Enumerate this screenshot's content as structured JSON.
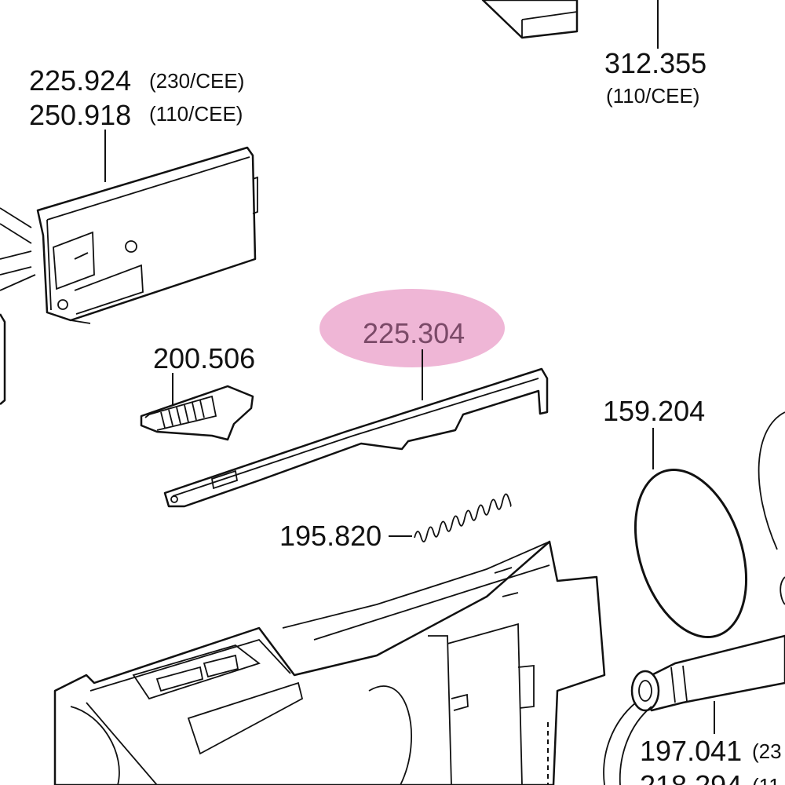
{
  "parts": [
    {
      "number": "225.924",
      "variant": "(230/CEE)"
    },
    {
      "number": "250.918",
      "variant": "(110/CEE)"
    },
    {
      "number": "312.355",
      "variant": "(110/CEE)"
    },
    {
      "number": "225.304",
      "highlighted": true
    },
    {
      "number": "200.506"
    },
    {
      "number": "159.204"
    },
    {
      "number": "195.820"
    },
    {
      "number": "197.041",
      "variant": "(23"
    },
    {
      "number": "218.294",
      "variant": "(11"
    }
  ],
  "colors": {
    "highlight": "#efb6d6",
    "highlight_text": "#7b4a68"
  }
}
